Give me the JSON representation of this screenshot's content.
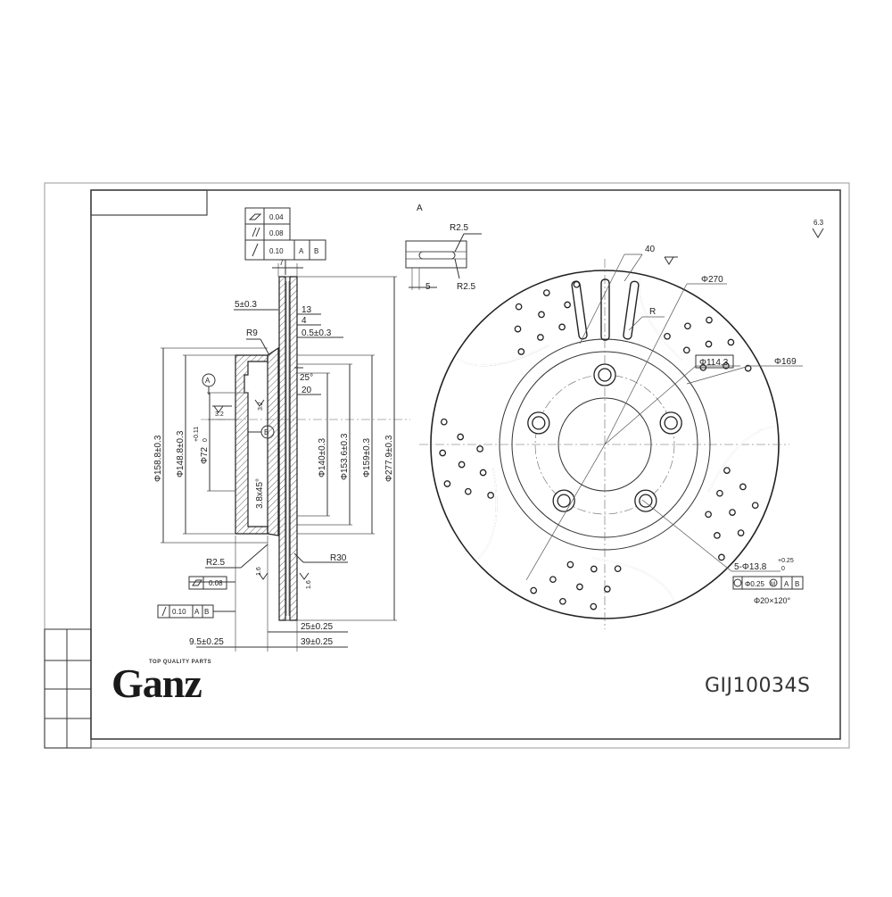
{
  "brand": {
    "name": "Ganz",
    "tagline": "TOP QUALITY PARTS"
  },
  "part_number": "GIJ10034S",
  "view_labels": {
    "section_a": "A",
    "roughness_corner": "6.3"
  },
  "tolerance_frame_top": [
    {
      "symbol": "flatness",
      "value": "0.04"
    },
    {
      "symbol": "parallelism",
      "value": "0.08"
    },
    {
      "symbol": "runout",
      "value": "0.10",
      "refs": [
        "A",
        "B"
      ]
    }
  ],
  "tolerance_frame_left": [
    {
      "symbol": "flatness",
      "value": "0.08"
    },
    {
      "symbol": "runout",
      "value": "0.10",
      "refs": [
        "A",
        "B"
      ]
    }
  ],
  "section_dims": {
    "d7": "7",
    "d5": "5±0.3",
    "d13": "13",
    "d4": "4",
    "d05": "0.5±0.3",
    "r9": "R9",
    "a25": "25°",
    "d20": "20",
    "d1588": "Φ158.8±0.3",
    "d1488": "Φ148.8±0.3",
    "d72": "Φ72",
    "d72tol_up": "+0.11",
    "d72tol_lo": "0",
    "r32a": "3.2",
    "r32b": "3.2",
    "datum_a": "A",
    "datum_b": "B",
    "chamfer": "3.8x45°",
    "d140": "Φ140±0.3",
    "d1536": "Φ153.6±0.3",
    "d159": "Φ159±0.3",
    "d2779": "Φ277.9±0.3",
    "r25": "R2.5",
    "r30": "R30",
    "r16a": "1.6",
    "r16b": "1.6",
    "d25": "25±0.25",
    "d95": "9.5±0.25",
    "d39": "39±0.25"
  },
  "detail_dims": {
    "r25_top": "R2.5",
    "r25_bot": "R2.5",
    "d5": "5"
  },
  "disc_dims": {
    "d40": "40",
    "d270": "Φ270",
    "r": "R",
    "d1143": "Φ114.3",
    "d169": "Φ169",
    "holes": "5-Φ13.8",
    "holes_tol_up": "+0.25",
    "holes_tol_lo": "0",
    "pos_tol": "Φ0.25",
    "pos_mod": "M",
    "pos_refs": [
      "A",
      "B"
    ],
    "angle": "Φ20×120°"
  }
}
